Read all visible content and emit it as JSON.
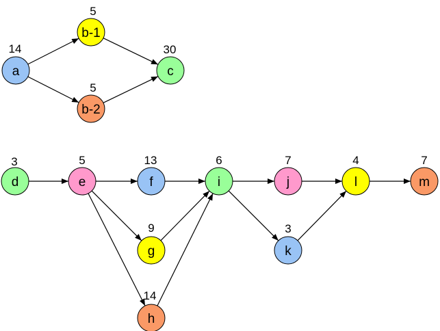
{
  "colors": {
    "blue": "#99c3f5",
    "yellow": "#ffff00",
    "green": "#99ff99",
    "orange": "#fa9966",
    "pink": "#ff99cc"
  },
  "nodes": [
    {
      "id": "a",
      "label": "a",
      "weight": "14",
      "color": "blue"
    },
    {
      "id": "b1",
      "label": "b-1",
      "weight": "5",
      "color": "yellow"
    },
    {
      "id": "b2",
      "label": "b-2",
      "weight": "5",
      "color": "orange"
    },
    {
      "id": "c",
      "label": "c",
      "weight": "30",
      "color": "green"
    },
    {
      "id": "d",
      "label": "d",
      "weight": "3",
      "color": "green"
    },
    {
      "id": "e",
      "label": "e",
      "weight": "5",
      "color": "pink"
    },
    {
      "id": "f",
      "label": "f",
      "weight": "13",
      "color": "blue"
    },
    {
      "id": "g",
      "label": "g",
      "weight": "9",
      "color": "yellow"
    },
    {
      "id": "h",
      "label": "h",
      "weight": "14",
      "color": "orange"
    },
    {
      "id": "i",
      "label": "i",
      "weight": "6",
      "color": "green"
    },
    {
      "id": "j",
      "label": "j",
      "weight": "7",
      "color": "pink"
    },
    {
      "id": "k",
      "label": "k",
      "weight": "3",
      "color": "blue"
    },
    {
      "id": "l",
      "label": "l",
      "weight": "4",
      "color": "yellow"
    },
    {
      "id": "m",
      "label": "m",
      "weight": "7",
      "color": "orange"
    }
  ],
  "edges": [
    {
      "from": "a",
      "to": "b1"
    },
    {
      "from": "a",
      "to": "b2"
    },
    {
      "from": "b1",
      "to": "c"
    },
    {
      "from": "b2",
      "to": "c"
    },
    {
      "from": "d",
      "to": "e"
    },
    {
      "from": "e",
      "to": "f"
    },
    {
      "from": "e",
      "to": "g"
    },
    {
      "from": "e",
      "to": "h"
    },
    {
      "from": "f",
      "to": "i"
    },
    {
      "from": "g",
      "to": "i"
    },
    {
      "from": "h",
      "to": "i"
    },
    {
      "from": "i",
      "to": "j"
    },
    {
      "from": "i",
      "to": "k"
    },
    {
      "from": "j",
      "to": "l"
    },
    {
      "from": "k",
      "to": "l"
    },
    {
      "from": "l",
      "to": "m"
    }
  ]
}
